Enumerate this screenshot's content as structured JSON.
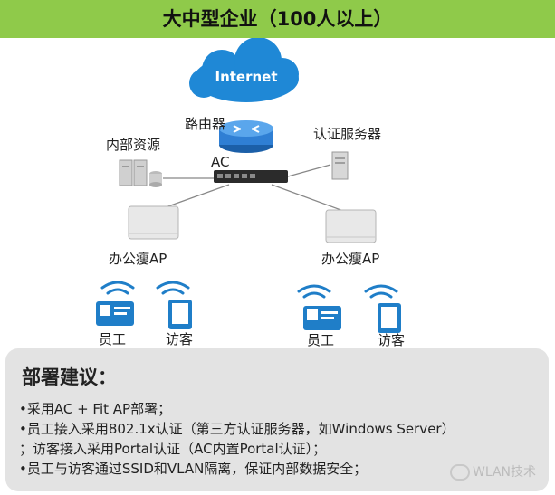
{
  "header": {
    "title": "大中型企业（100人以上）"
  },
  "diagram": {
    "internet_label": "Internet",
    "router_label": "路由器",
    "ac_label": "AC",
    "internal_resource_label": "内部资源",
    "auth_server_label": "认证服务器",
    "ap_left_label": "办公瘦AP",
    "ap_right_label": "办公瘦AP",
    "staff_left_label": "员工",
    "guest_left_label": "访客",
    "staff_right_label": "员工",
    "guest_right_label": "访客"
  },
  "recommendation": {
    "title": "部署建议：",
    "lines": [
      "•采用AC + Fit AP部署；",
      "•员工接入采用802.1x认证（第三方认证服务器，如Windows Server）",
      "；访客接入采用Portal认证（AC内置Portal认证）；",
      "•员工与访客通过SSID和VLAN隔离，保证内部数据安全；"
    ]
  },
  "watermark": "WLAN技术",
  "colors": {
    "banner": "#8fca4a",
    "cloud": "#1f88d6",
    "router": "#2f7fd4",
    "device": "#1f7ec8"
  }
}
